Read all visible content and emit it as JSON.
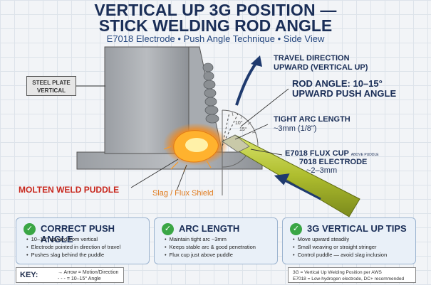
{
  "title_line1": "VERTICAL UP 3G POSITION —",
  "title_line2": "STICK WELDING ROD ANGLE",
  "subtitle": {
    "part1": "E7018 Electrode",
    "sep1": " • ",
    "part2": "Push Angle Technique",
    "sep2": " • ",
    "part3": "Side View"
  },
  "labels": {
    "steel_plate": "STEEL PLATE VERTICAL",
    "travel_direction_1": "TRAVEL DIRECTION",
    "travel_direction_2": "UPWARD (VERTICAL UP)",
    "rod_angle_1": "ROD ANGLE: 10–15°",
    "rod_angle_2": "UPWARD PUSH ANGLE",
    "arc_length_1": "TIGHT ARC LENGTH",
    "arc_length_2": "~3mm (1/8\")",
    "flux_cup_1": "E7018 FLUX CUP",
    "flux_cup_small": "ABOVE PUDDLE",
    "flux_cup_2": "7018 ELECTRODE",
    "flux_cup_3": "~2–3mm",
    "molten_puddle": "MOLTEN WELD PUDDLE",
    "slag_shield": "Slag / Flux Shield",
    "angle_10": "10°",
    "angle_15": "15°"
  },
  "panels": [
    {
      "title": "CORRECT PUSH ANGLE",
      "items": [
        "10–15° upward from vertical",
        "Electrode pointed in direction of travel",
        "Pushes slag behind the puddle"
      ]
    },
    {
      "title": "ARC LENGTH",
      "items": [
        "Maintain tight arc ~3mm",
        "Keeps stable arc & good penetration",
        "Flux cup just above puddle"
      ]
    },
    {
      "title": "3G VERTICAL UP TIPS",
      "items": [
        "Move upward steadily",
        "Small weaving or straight stringer",
        "Control puddle — avoid slag inclusion"
      ]
    }
  ],
  "key": {
    "title": "KEY:",
    "line1": "→ Arrow = Motion/Direction",
    "line2": "- - - = 10–15° Angle"
  },
  "notes": {
    "line1": "3G = Vertical Up Welding Position per AWS",
    "line2": "E7018 = Low-hydrogen electrode, DC+ recommended"
  },
  "colors": {
    "title": "#1a2e57",
    "check": "#3aa645",
    "puddle_label": "#c8281e",
    "slag_label": "#e07a1c",
    "electrode": "#b8c93a"
  }
}
